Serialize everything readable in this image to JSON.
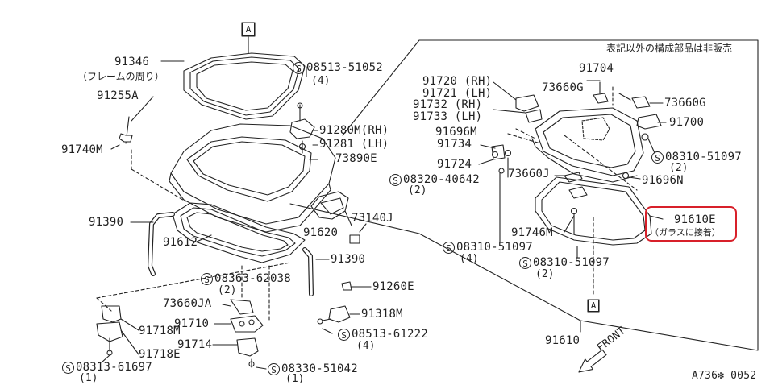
{
  "diagram": {
    "callout_a": "A",
    "sunroof_note": "表記以外の構成部品は非販売",
    "part_codes": {
      "p91346": "91346",
      "p91346_note": "（フレームの周り）",
      "p91255A": "91255A",
      "p91740M": "91740M",
      "p91390_left": "91390",
      "p91612": "91612",
      "p91390_right": "91390",
      "p08513_51052": "08513-51052",
      "p08513_51052_qty": "(4)",
      "p91280M": "91280M(RH)",
      "p91281": "91281  (LH)",
      "p73890E": "73890E",
      "p91620": "91620",
      "p73140J": "73140J",
      "p08363_62038": "08363-62038",
      "p08363_62038_qty": "(2)",
      "p91260E": "91260E",
      "p73660JA": "73660JA",
      "p91710": "91710",
      "p91714": "91714",
      "p91318M": "91318M",
      "p08513_61222": "08513-61222",
      "p08513_61222_qty": "(4)",
      "p91718M": "91718M",
      "p91718E": "91718E",
      "p08313_61697": "08313-61697",
      "p08313_61697_qty": "(1)",
      "p08330_51042": "08330-51042",
      "p08330_51042_qty": "(1)",
      "p91720": "91720 (RH)",
      "p91721": "91721 (LH)",
      "p91732": "91732 (RH)",
      "p91733": "91733 (LH)",
      "p91696M": "91696M",
      "p91734": "91734",
      "p91724": "91724",
      "p08320_40642": "08320-40642",
      "p08320_40642_qty": "(2)",
      "p73660J": "73660J",
      "p91746M": "91746M",
      "p08310_51097_a": "08310-51097",
      "p08310_51097_a_qty": "(4)",
      "p08310_51097_b": "08310-51097",
      "p08310_51097_b_qty": "(2)",
      "p91704": "91704",
      "p73660G_a": "73660G",
      "p73660G_b": "73660G",
      "p91700": "91700",
      "p08310_51097_c": "08310-51097",
      "p08310_51097_c_qty": "(2)",
      "p91696N": "91696N",
      "p91610E": "91610E",
      "p91610E_note": "（ガラスに接着）",
      "p91610": "91610"
    },
    "s_mark": "S",
    "front_label": "FRONT",
    "figure_code": "A736✻ 0052",
    "highlight_color": "#d8202a"
  }
}
